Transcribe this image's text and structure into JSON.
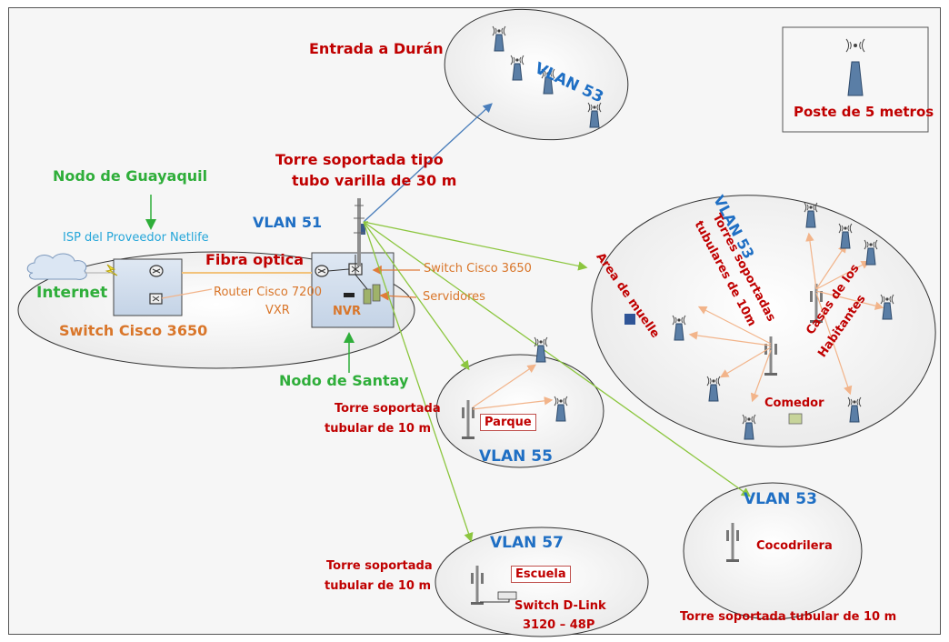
{
  "nodes": {
    "guayaquil": "Nodo de Guayaquil",
    "santay": "Nodo de Santay"
  },
  "labels": {
    "isp": "ISP del Proveedor Netlife",
    "internet": "Internet",
    "switch_guayaquil": "Switch Cisco 3650",
    "fibra": "Fibra optica",
    "router": "Router Cisco 7200",
    "router_model": "VXR",
    "switch_santay": "Switch Cisco 3650",
    "servidores": "Servidores",
    "nvr": "NVR",
    "tower_main_1": "Torre soportada tipo",
    "tower_main_2": "tubo varilla de 30 m",
    "entrada": "Entrada a Durán",
    "poste": "Poste de 5 metros",
    "torres_soportadas_1": "Torres soportadas",
    "torres_soportadas_2": "tubulares de 10m",
    "area_muelle": "Area de muelle",
    "casas_1": "Casas de los",
    "casas_2": "Habitantes",
    "comedor": "Comedor",
    "parque": "Parque",
    "torre_parque_1": "Torre soportada",
    "torre_parque_2": "tubular de 10 m",
    "escuela": "Escuela",
    "torre_escuela_1": "Torre soportada",
    "torre_escuela_2": "tubular de 10 m",
    "switch_dlink_1": "Switch D-Link",
    "switch_dlink_2": "3120 – 48P",
    "cocodrilera": "Cocodrilera",
    "torre_coco": "Torre soportada tubular de 10 m"
  },
  "vlans": {
    "santay": "VLAN 51",
    "duran": "VLAN 53",
    "habitantes": "VLAN 53",
    "parque": "VLAN 55",
    "escuela": "VLAN 57",
    "cocodrilera": "VLAN 53"
  },
  "colors": {
    "green_link": "#8cc63f",
    "blue_link": "#4a7ebb",
    "orange_link": "#f2b48a",
    "vlan_text": "#1f6fc4",
    "red_text": "#c00000",
    "green_text": "#2fae3a"
  }
}
